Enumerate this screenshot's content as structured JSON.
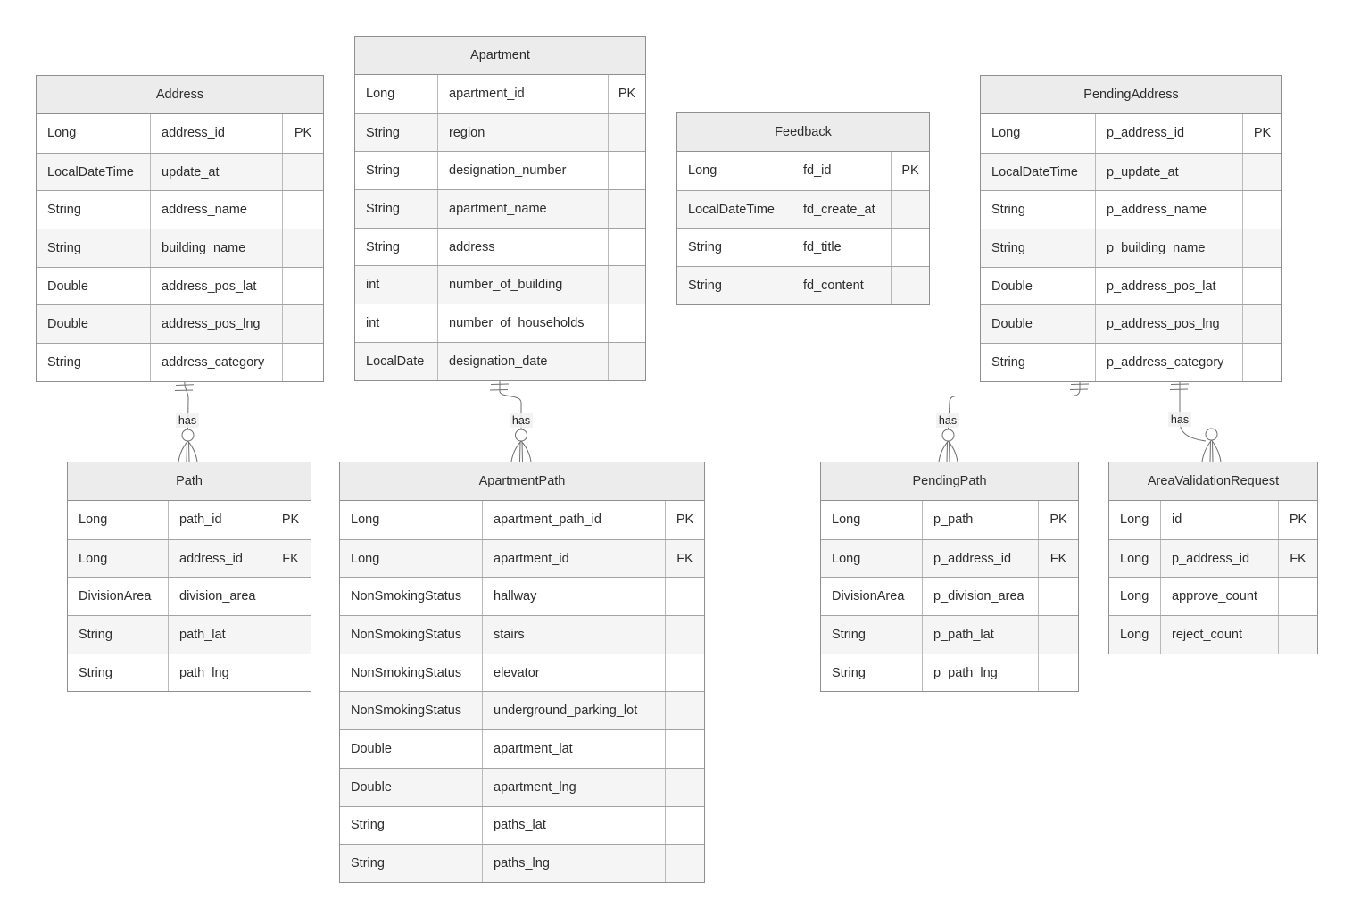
{
  "diagram": {
    "type": "entity-relationship",
    "colors": {
      "background": "#ffffff",
      "header_bg": "#ececec",
      "row_bg": "#ffffff",
      "row_alt_bg": "#f5f5f5",
      "border": "#8f8f8f",
      "line": "#6e6e6e",
      "text": "#2d2d2d"
    }
  },
  "entities": [
    {
      "title": "Address",
      "fields": [
        {
          "type": "Long",
          "name": "address_id",
          "key": "PK"
        },
        {
          "type": "LocalDateTime",
          "name": "update_at",
          "key": ""
        },
        {
          "type": "String",
          "name": "address_name",
          "key": ""
        },
        {
          "type": "String",
          "name": "building_name",
          "key": ""
        },
        {
          "type": "Double",
          "name": "address_pos_lat",
          "key": ""
        },
        {
          "type": "Double",
          "name": "address_pos_lng",
          "key": ""
        },
        {
          "type": "String",
          "name": "address_category",
          "key": ""
        }
      ]
    },
    {
      "title": "Apartment",
      "fields": [
        {
          "type": "Long",
          "name": "apartment_id",
          "key": "PK"
        },
        {
          "type": "String",
          "name": "region",
          "key": ""
        },
        {
          "type": "String",
          "name": "designation_number",
          "key": ""
        },
        {
          "type": "String",
          "name": "apartment_name",
          "key": ""
        },
        {
          "type": "String",
          "name": "address",
          "key": ""
        },
        {
          "type": "int",
          "name": "number_of_building",
          "key": ""
        },
        {
          "type": "int",
          "name": "number_of_households",
          "key": ""
        },
        {
          "type": "LocalDate",
          "name": "designation_date",
          "key": ""
        }
      ]
    },
    {
      "title": "Feedback",
      "fields": [
        {
          "type": "Long",
          "name": "fd_id",
          "key": "PK"
        },
        {
          "type": "LocalDateTime",
          "name": "fd_create_at",
          "key": ""
        },
        {
          "type": "String",
          "name": "fd_title",
          "key": ""
        },
        {
          "type": "String",
          "name": "fd_content",
          "key": ""
        }
      ]
    },
    {
      "title": "PendingAddress",
      "fields": [
        {
          "type": "Long",
          "name": "p_address_id",
          "key": "PK"
        },
        {
          "type": "LocalDateTime",
          "name": "p_update_at",
          "key": ""
        },
        {
          "type": "String",
          "name": "p_address_name",
          "key": ""
        },
        {
          "type": "String",
          "name": "p_building_name",
          "key": ""
        },
        {
          "type": "Double",
          "name": "p_address_pos_lat",
          "key": ""
        },
        {
          "type": "Double",
          "name": "p_address_pos_lng",
          "key": ""
        },
        {
          "type": "String",
          "name": "p_address_category",
          "key": ""
        }
      ]
    },
    {
      "title": "Path",
      "fields": [
        {
          "type": "Long",
          "name": "path_id",
          "key": "PK"
        },
        {
          "type": "Long",
          "name": "address_id",
          "key": "FK"
        },
        {
          "type": "DivisionArea",
          "name": "division_area",
          "key": ""
        },
        {
          "type": "String",
          "name": "path_lat",
          "key": ""
        },
        {
          "type": "String",
          "name": "path_lng",
          "key": ""
        }
      ]
    },
    {
      "title": "ApartmentPath",
      "fields": [
        {
          "type": "Long",
          "name": "apartment_path_id",
          "key": "PK"
        },
        {
          "type": "Long",
          "name": "apartment_id",
          "key": "FK"
        },
        {
          "type": "NonSmokingStatus",
          "name": "hallway",
          "key": ""
        },
        {
          "type": "NonSmokingStatus",
          "name": "stairs",
          "key": ""
        },
        {
          "type": "NonSmokingStatus",
          "name": "elevator",
          "key": ""
        },
        {
          "type": "NonSmokingStatus",
          "name": "underground_parking_lot",
          "key": ""
        },
        {
          "type": "Double",
          "name": "apartment_lat",
          "key": ""
        },
        {
          "type": "Double",
          "name": "apartment_lng",
          "key": ""
        },
        {
          "type": "String",
          "name": "paths_lat",
          "key": ""
        },
        {
          "type": "String",
          "name": "paths_lng",
          "key": ""
        }
      ]
    },
    {
      "title": "PendingPath",
      "fields": [
        {
          "type": "Long",
          "name": "p_path",
          "key": "PK"
        },
        {
          "type": "Long",
          "name": "p_address_id",
          "key": "FK"
        },
        {
          "type": "DivisionArea",
          "name": "p_division_area",
          "key": ""
        },
        {
          "type": "String",
          "name": "p_path_lat",
          "key": ""
        },
        {
          "type": "String",
          "name": "p_path_lng",
          "key": ""
        }
      ]
    },
    {
      "title": "AreaValidationRequest",
      "fields": [
        {
          "type": "Long",
          "name": "id",
          "key": "PK"
        },
        {
          "type": "Long",
          "name": "p_address_id",
          "key": "FK"
        },
        {
          "type": "Long",
          "name": "approve_count",
          "key": ""
        },
        {
          "type": "Long",
          "name": "reject_count",
          "key": ""
        }
      ]
    }
  ],
  "relationships": [
    {
      "from": "Address",
      "to": "Path",
      "label": "has",
      "cardinality": "one-to-zero-or-many"
    },
    {
      "from": "Apartment",
      "to": "ApartmentPath",
      "label": "has",
      "cardinality": "one-to-zero-or-many"
    },
    {
      "from": "PendingAddress",
      "to": "PendingPath",
      "label": "has",
      "cardinality": "one-to-zero-or-many"
    },
    {
      "from": "PendingAddress",
      "to": "AreaValidationRequest",
      "label": "has",
      "cardinality": "one-to-zero-or-many"
    }
  ]
}
